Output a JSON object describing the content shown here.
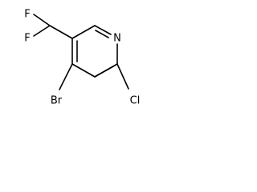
{
  "molecule": {
    "atoms": {
      "fluorine_upper": "F",
      "fluorine_lower": "F",
      "ring_nitrogen": "N",
      "bromine": "Br",
      "chlorine": "Cl"
    }
  }
}
